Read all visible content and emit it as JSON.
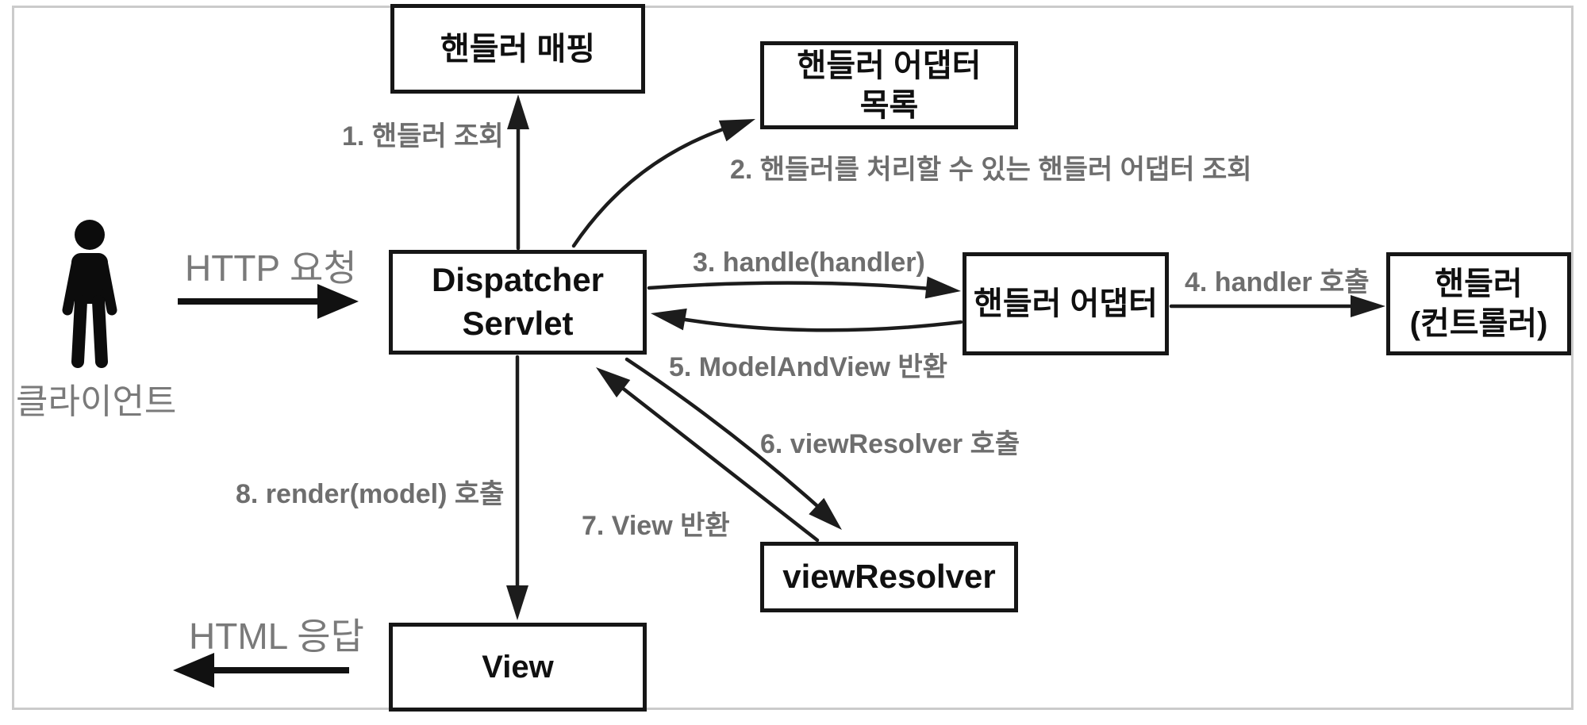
{
  "colors": {
    "box_border": "#161616",
    "arrow_black": "#1c1c1c",
    "label_gray": "#6e6e6e",
    "big_text_gray": "#7a7a7a",
    "frame_gray": "#cbcbcb",
    "background": "#ffffff"
  },
  "actor": {
    "label": "클라이언트"
  },
  "flows": {
    "http_request": "HTTP 요청",
    "html_response": "HTML 응답",
    "step1": "1. 핸들러 조회",
    "step2": "2. 핸들러를 처리할 수 있는 핸들러 어댑터 조회",
    "step3": "3. handle(handler)",
    "step4": "4. handler 호출",
    "step5": "5. ModelAndView 반환",
    "step6": "6. viewResolver 호출",
    "step7": "7. View 반환",
    "step8": "8. render(model) 호출"
  },
  "boxes": {
    "handler_mapping": {
      "label": "핸들러 매핑"
    },
    "handler_adapter_list": {
      "line1": "핸들러 어댑터",
      "line2": "목록"
    },
    "dispatcher_servlet": {
      "line1": "Dispatcher",
      "line2": "Servlet"
    },
    "handler_adapter": {
      "label": "핸들러 어댑터"
    },
    "handler_controller": {
      "line1": "핸들러",
      "line2": "(컨트롤러)"
    },
    "view_resolver": {
      "label": "viewResolver"
    },
    "view": {
      "label": "View"
    }
  }
}
